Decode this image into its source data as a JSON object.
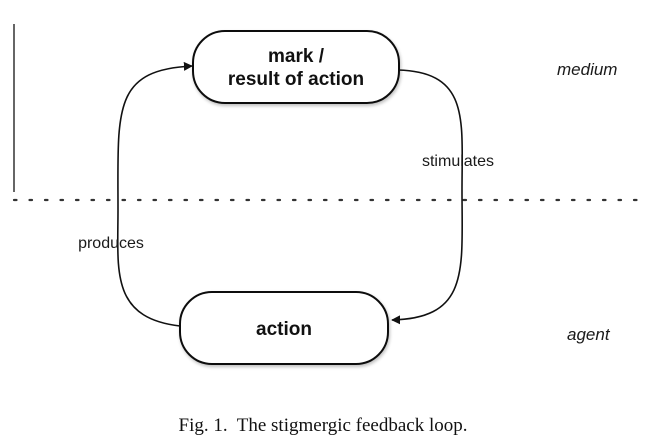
{
  "nodes": {
    "mark": {
      "line1": "mark /",
      "line2": "result of action"
    },
    "action": {
      "label": "action"
    }
  },
  "edges": {
    "stimulates": {
      "label": "stimulates"
    },
    "produces": {
      "label": "produces"
    }
  },
  "zones": {
    "medium": "medium",
    "agent": "agent"
  },
  "caption": "Fig. 1.  The stigmergic feedback loop."
}
